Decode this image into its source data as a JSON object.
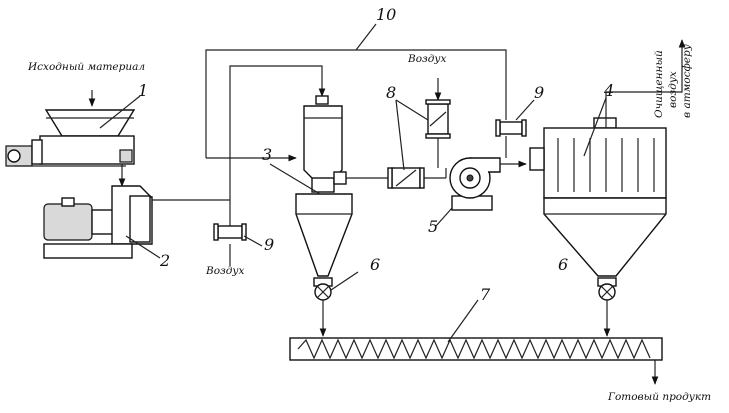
{
  "labels": {
    "source_material": "Исходный материал",
    "air_top": "Воздух",
    "air_bottom": "Воздух",
    "cleaned_air_line1": "Очищенный",
    "cleaned_air_line2": "воздух",
    "cleaned_air_line3": "в атмосферу",
    "final_product": "Готовый продукт"
  },
  "numbers": {
    "n1": "1",
    "n2": "2",
    "n3": "3",
    "n4": "4",
    "n5": "5",
    "n6a": "6",
    "n6b": "6",
    "n7": "7",
    "n8": "8",
    "n9a": "9",
    "n9b": "9",
    "n10": "10"
  }
}
